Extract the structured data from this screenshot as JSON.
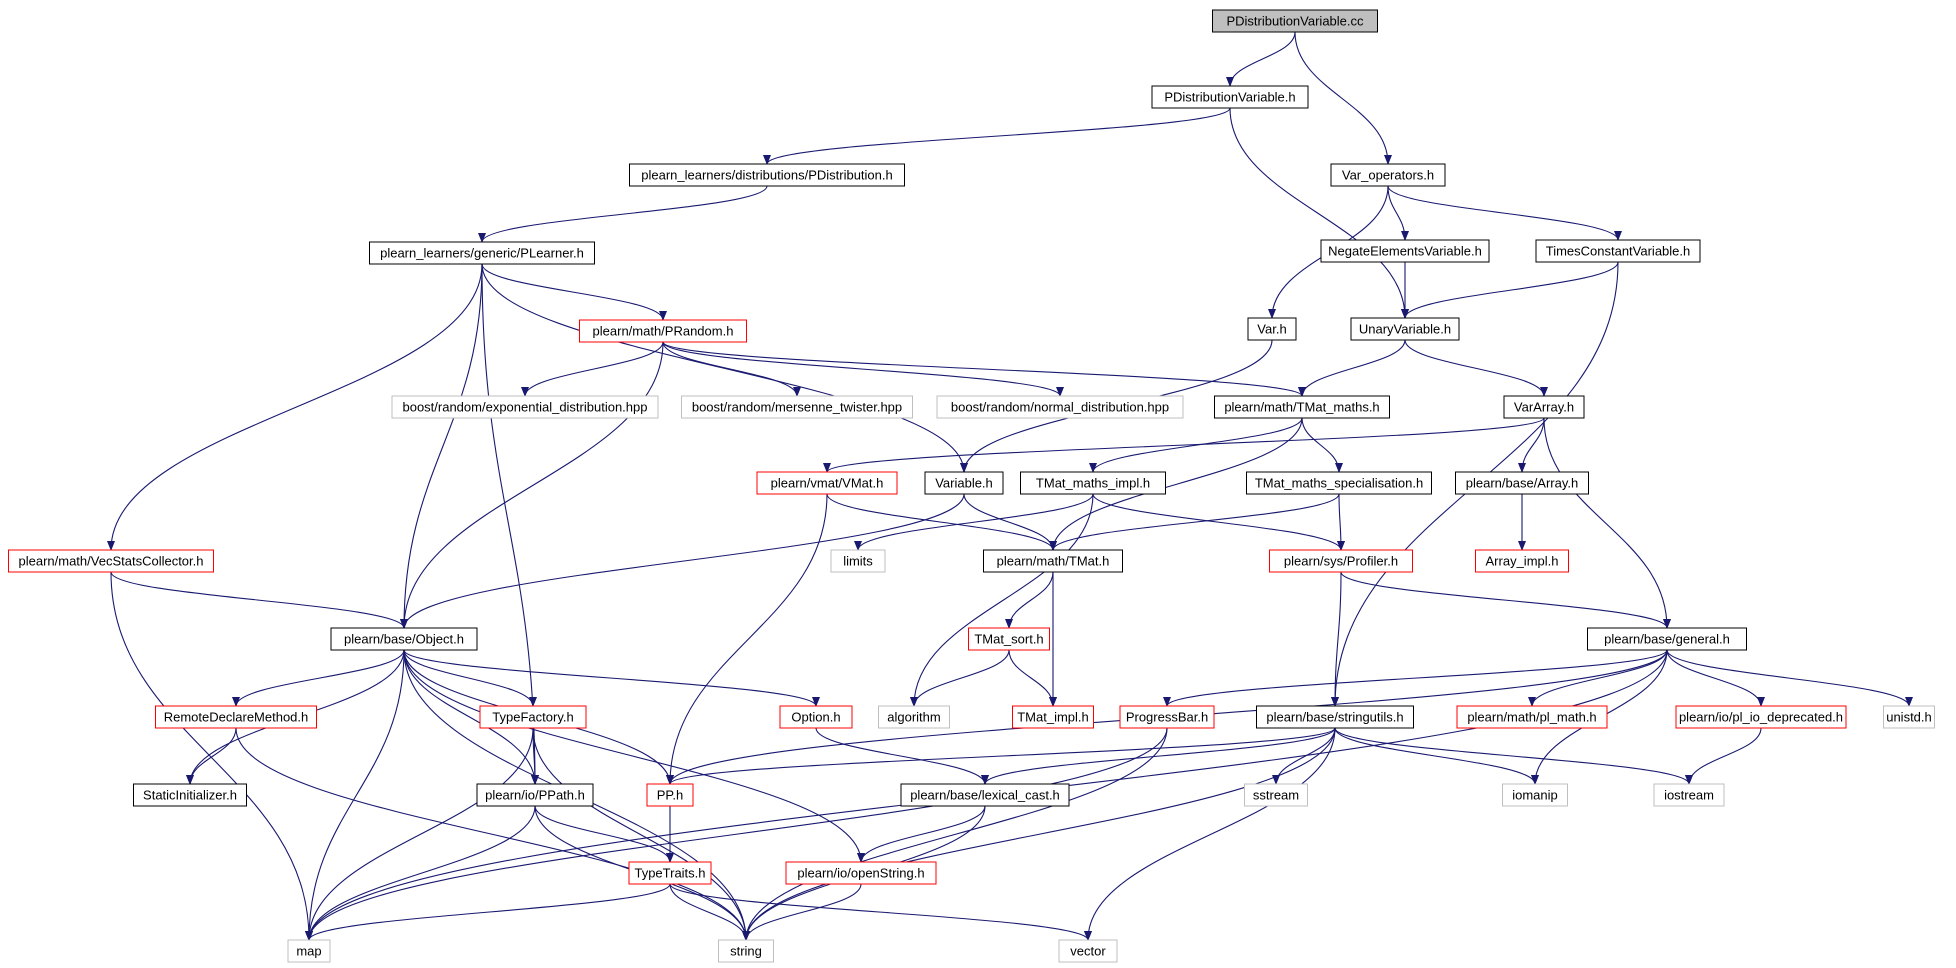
{
  "colors": {
    "edge": "#191970",
    "border_black": "#000000",
    "border_red": "#ff0000",
    "border_gray": "#bfbfbf",
    "fill_root": "#bfbfbf",
    "fill_default": "#ffffff"
  },
  "nodes": [
    {
      "id": "root",
      "label": "PDistributionVariable.cc",
      "style": "root"
    },
    {
      "id": "pdistvar_h",
      "label": "PDistributionVariable.h",
      "style": "black"
    },
    {
      "id": "var_operators",
      "label": "Var_operators.h",
      "style": "black"
    },
    {
      "id": "pdistribution",
      "label": "plearn_learners/distributions/PDistribution.h",
      "style": "black"
    },
    {
      "id": "plearner",
      "label": "plearn_learners/generic/PLearner.h",
      "style": "black"
    },
    {
      "id": "negate",
      "label": "NegateElementsVariable.h",
      "style": "black"
    },
    {
      "id": "timesconst",
      "label": "TimesConstantVariable.h",
      "style": "black"
    },
    {
      "id": "var_h",
      "label": "Var.h",
      "style": "black"
    },
    {
      "id": "unaryvar",
      "label": "UnaryVariable.h",
      "style": "black"
    },
    {
      "id": "prandom",
      "label": "plearn/math/PRandom.h",
      "style": "red"
    },
    {
      "id": "boost_exp",
      "label": "boost/random/exponential_distribution.hpp",
      "style": "gray"
    },
    {
      "id": "boost_mt",
      "label": "boost/random/mersenne_twister.hpp",
      "style": "gray"
    },
    {
      "id": "boost_normal",
      "label": "boost/random/normal_distribution.hpp",
      "style": "gray"
    },
    {
      "id": "tmat_maths",
      "label": "plearn/math/TMat_maths.h",
      "style": "black"
    },
    {
      "id": "vararray",
      "label": "VarArray.h",
      "style": "black"
    },
    {
      "id": "vmat",
      "label": "plearn/vmat/VMat.h",
      "style": "red"
    },
    {
      "id": "variable",
      "label": "Variable.h",
      "style": "black"
    },
    {
      "id": "tmat_maths_impl",
      "label": "TMat_maths_impl.h",
      "style": "black"
    },
    {
      "id": "tmat_maths_spec",
      "label": "TMat_maths_specialisation.h",
      "style": "black"
    },
    {
      "id": "array_h",
      "label": "plearn/base/Array.h",
      "style": "black"
    },
    {
      "id": "vecstats",
      "label": "plearn/math/VecStatsCollector.h",
      "style": "red"
    },
    {
      "id": "limits",
      "label": "limits",
      "style": "gray"
    },
    {
      "id": "tmat_h",
      "label": "plearn/math/TMat.h",
      "style": "black"
    },
    {
      "id": "profiler",
      "label": "plearn/sys/Profiler.h",
      "style": "red"
    },
    {
      "id": "array_impl",
      "label": "Array_impl.h",
      "style": "red"
    },
    {
      "id": "object",
      "label": "plearn/base/Object.h",
      "style": "black"
    },
    {
      "id": "tmat_sort",
      "label": "TMat_sort.h",
      "style": "red"
    },
    {
      "id": "general",
      "label": "plearn/base/general.h",
      "style": "black"
    },
    {
      "id": "remotedeclare",
      "label": "RemoteDeclareMethod.h",
      "style": "red"
    },
    {
      "id": "typefactory",
      "label": "TypeFactory.h",
      "style": "red"
    },
    {
      "id": "option",
      "label": "Option.h",
      "style": "red"
    },
    {
      "id": "algorithm",
      "label": "algorithm",
      "style": "gray"
    },
    {
      "id": "tmat_impl",
      "label": "TMat_impl.h",
      "style": "red"
    },
    {
      "id": "progressbar",
      "label": "ProgressBar.h",
      "style": "red"
    },
    {
      "id": "stringutils",
      "label": "plearn/base/stringutils.h",
      "style": "black"
    },
    {
      "id": "pl_math",
      "label": "plearn/math/pl_math.h",
      "style": "red"
    },
    {
      "id": "pl_io_dep",
      "label": "plearn/io/pl_io_deprecated.h",
      "style": "red"
    },
    {
      "id": "unistd",
      "label": "unistd.h",
      "style": "gray"
    },
    {
      "id": "staticinit",
      "label": "StaticInitializer.h",
      "style": "black"
    },
    {
      "id": "ppath",
      "label": "plearn/io/PPath.h",
      "style": "black"
    },
    {
      "id": "pp_h",
      "label": "PP.h",
      "style": "red"
    },
    {
      "id": "lexical_cast",
      "label": "plearn/base/lexical_cast.h",
      "style": "black"
    },
    {
      "id": "sstream",
      "label": "sstream",
      "style": "gray"
    },
    {
      "id": "iomanip",
      "label": "iomanip",
      "style": "gray"
    },
    {
      "id": "iostream",
      "label": "iostream",
      "style": "gray"
    },
    {
      "id": "typetraits",
      "label": "TypeTraits.h",
      "style": "red"
    },
    {
      "id": "openstring",
      "label": "plearn/io/openString.h",
      "style": "red"
    },
    {
      "id": "map",
      "label": "map",
      "style": "gray"
    },
    {
      "id": "string",
      "label": "string",
      "style": "gray"
    },
    {
      "id": "vector",
      "label": "vector",
      "style": "gray"
    }
  ],
  "edges": [
    [
      "root",
      "pdistvar_h"
    ],
    [
      "root",
      "var_operators"
    ],
    [
      "pdistvar_h",
      "pdistribution"
    ],
    [
      "pdistvar_h",
      "unaryvar"
    ],
    [
      "var_operators",
      "var_h"
    ],
    [
      "var_operators",
      "negate"
    ],
    [
      "var_operators",
      "timesconst"
    ],
    [
      "pdistribution",
      "plearner"
    ],
    [
      "plearner",
      "prandom"
    ],
    [
      "plearner",
      "variable"
    ],
    [
      "plearner",
      "vecstats"
    ],
    [
      "plearner",
      "object"
    ],
    [
      "plearner",
      "ppath"
    ],
    [
      "negate",
      "unaryvar"
    ],
    [
      "timesconst",
      "unaryvar"
    ],
    [
      "timesconst",
      "stringutils"
    ],
    [
      "var_h",
      "variable"
    ],
    [
      "unaryvar",
      "tmat_maths"
    ],
    [
      "unaryvar",
      "vararray"
    ],
    [
      "prandom",
      "boost_exp"
    ],
    [
      "prandom",
      "boost_mt"
    ],
    [
      "prandom",
      "boost_normal"
    ],
    [
      "prandom",
      "tmat_maths"
    ],
    [
      "prandom",
      "object"
    ],
    [
      "tmat_maths",
      "tmat_maths_impl"
    ],
    [
      "tmat_maths",
      "tmat_maths_spec"
    ],
    [
      "tmat_maths",
      "tmat_h"
    ],
    [
      "vararray",
      "vmat"
    ],
    [
      "vararray",
      "array_h"
    ],
    [
      "vararray",
      "general"
    ],
    [
      "vmat",
      "tmat_h"
    ],
    [
      "vmat",
      "pp_h"
    ],
    [
      "variable",
      "object"
    ],
    [
      "variable",
      "tmat_h"
    ],
    [
      "tmat_maths_impl",
      "limits"
    ],
    [
      "tmat_maths_impl",
      "profiler"
    ],
    [
      "tmat_maths_impl",
      "algorithm"
    ],
    [
      "tmat_maths_spec",
      "tmat_h"
    ],
    [
      "tmat_maths_spec",
      "profiler"
    ],
    [
      "array_h",
      "array_impl"
    ],
    [
      "vecstats",
      "object"
    ],
    [
      "vecstats",
      "map"
    ],
    [
      "tmat_h",
      "tmat_sort"
    ],
    [
      "tmat_h",
      "tmat_impl"
    ],
    [
      "profiler",
      "general"
    ],
    [
      "profiler",
      "stringutils"
    ],
    [
      "object",
      "staticinit"
    ],
    [
      "object",
      "remotedeclare"
    ],
    [
      "object",
      "typefactory"
    ],
    [
      "object",
      "ppath"
    ],
    [
      "object",
      "pp_h"
    ],
    [
      "object",
      "option"
    ],
    [
      "object",
      "openstring"
    ],
    [
      "object",
      "map"
    ],
    [
      "object",
      "string"
    ],
    [
      "tmat_sort",
      "algorithm"
    ],
    [
      "tmat_sort",
      "tmat_impl"
    ],
    [
      "general",
      "progressbar"
    ],
    [
      "general",
      "pl_math"
    ],
    [
      "general",
      "pl_io_dep"
    ],
    [
      "general",
      "unistd"
    ],
    [
      "general",
      "iomanip"
    ],
    [
      "general",
      "map"
    ],
    [
      "general",
      "pp_h"
    ],
    [
      "remotedeclare",
      "staticinit"
    ],
    [
      "remotedeclare",
      "string"
    ],
    [
      "typefactory",
      "ppath"
    ],
    [
      "typefactory",
      "map"
    ],
    [
      "typefactory",
      "string"
    ],
    [
      "option",
      "lexical_cast"
    ],
    [
      "progressbar",
      "map"
    ],
    [
      "progressbar",
      "string"
    ],
    [
      "stringutils",
      "pp_h"
    ],
    [
      "stringutils",
      "lexical_cast"
    ],
    [
      "stringutils",
      "sstream"
    ],
    [
      "stringutils",
      "iomanip"
    ],
    [
      "stringutils",
      "iostream"
    ],
    [
      "stringutils",
      "string"
    ],
    [
      "stringutils",
      "vector"
    ],
    [
      "pl_io_dep",
      "iostream"
    ],
    [
      "ppath",
      "typetraits"
    ],
    [
      "ppath",
      "map"
    ],
    [
      "ppath",
      "string"
    ],
    [
      "pp_h",
      "typetraits"
    ],
    [
      "lexical_cast",
      "openstring"
    ],
    [
      "lexical_cast",
      "string"
    ],
    [
      "typetraits",
      "map"
    ],
    [
      "typetraits",
      "string"
    ],
    [
      "typetraits",
      "vector"
    ],
    [
      "openstring",
      "string"
    ]
  ]
}
